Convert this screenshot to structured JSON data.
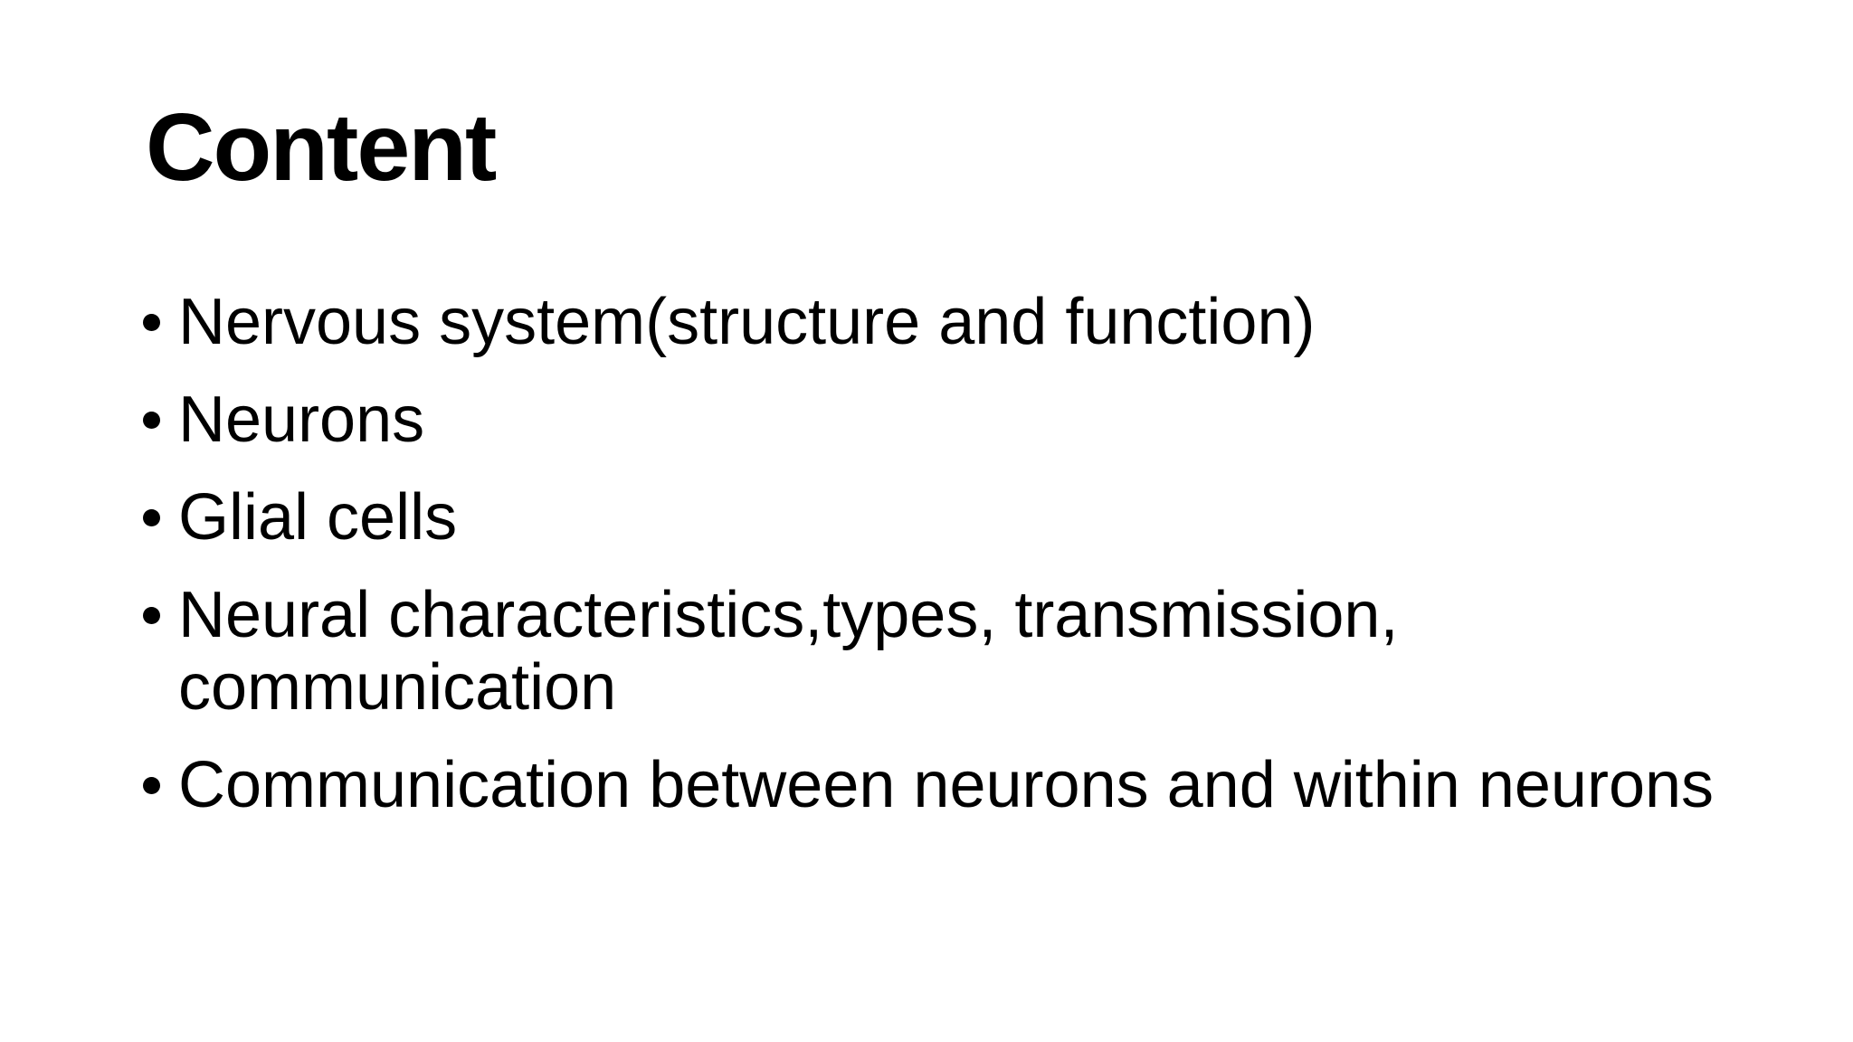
{
  "slide": {
    "title": "Content",
    "bullets": [
      "Nervous system(structure and function)",
      "Neurons",
      "Glial cells",
      "Neural characteristics,types, transmission, communication",
      "Communication between neurons and within neurons"
    ],
    "colors": {
      "background": "#ffffff",
      "text": "#000000"
    }
  }
}
